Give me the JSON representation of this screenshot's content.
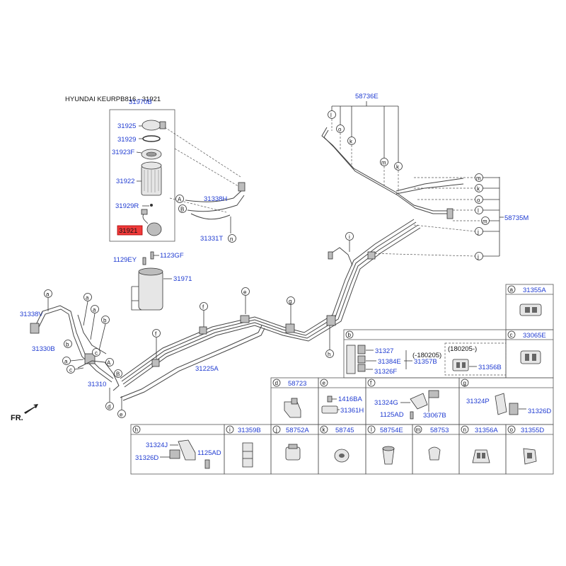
{
  "header": {
    "caption": "HYUNDAI KEURPB816 - 31921"
  },
  "labels": {
    "l31970B": "31970B",
    "l31925": "31925",
    "l31929": "31929",
    "l31923F": "31923F",
    "l31922": "31922",
    "l31929R": "31929R",
    "l31921": "31921",
    "l31338H": "31338H",
    "l31331T": "31331T",
    "l1129EY": "1129EY",
    "l1123GF": "1123GF",
    "l31971": "31971",
    "l58736E": "58736E",
    "l58735M": "58735M",
    "l31338V": "31338V",
    "l31330B": "31330B",
    "l31310": "31310",
    "l31225A": "31225A",
    "fr": "FR."
  },
  "callouts": {
    "a1": "a",
    "a2": "a",
    "a3": "a",
    "a4": "a",
    "b1": "b",
    "b2": "b",
    "c1": "c",
    "c2": "c",
    "d1": "d",
    "e1": "e",
    "e2": "e",
    "f1": "f",
    "f2": "f",
    "g1": "g",
    "h1": "h",
    "A1": "A",
    "B1": "B",
    "A2": "A",
    "B2": "B",
    "n1": "n",
    "i1": "i",
    "t_l": "l",
    "t_o": "o",
    "t_k": "k",
    "t_m": "m",
    "t_k2": "k",
    "r_m": "m",
    "r_k": "k",
    "r_o": "o",
    "r_l": "l",
    "r_m2": "m",
    "r_j": "j",
    "r_j2": "j"
  },
  "table": {
    "a": {
      "letter": "a",
      "code": "31355A"
    },
    "b": {
      "letter": "b",
      "codes": [
        "31327",
        "31384E",
        "31326F",
        "31357B",
        "31356B"
      ],
      "note1": "(-180205)",
      "note2": "(180205-)"
    },
    "c": {
      "letter": "c",
      "code": "33065E"
    },
    "d": {
      "letter": "d",
      "code": "58723"
    },
    "e": {
      "letter": "e",
      "codes": [
        "1416BA",
        "31361H"
      ]
    },
    "f": {
      "letter": "f",
      "codes": [
        "31324G",
        "1125AD",
        "33067B"
      ]
    },
    "g": {
      "letter": "g",
      "codes": [
        "31324P",
        "31326D"
      ]
    },
    "h": {
      "letter": "h",
      "codes": [
        "31324J",
        "31326D",
        "1125AD"
      ]
    },
    "i": {
      "letter": "i",
      "code": "31359B"
    },
    "j": {
      "letter": "j",
      "code": "58752A"
    },
    "k": {
      "letter": "k",
      "code": "58745"
    },
    "l": {
      "letter": "l",
      "code": "58754E"
    },
    "m": {
      "letter": "m",
      "code": "58753"
    },
    "n": {
      "letter": "n",
      "code": "31356A"
    },
    "o": {
      "letter": "o",
      "code": "31355D"
    }
  },
  "colors": {
    "label": "#1f3bd1",
    "highlight": "#f03a3a",
    "line": "#333333"
  }
}
